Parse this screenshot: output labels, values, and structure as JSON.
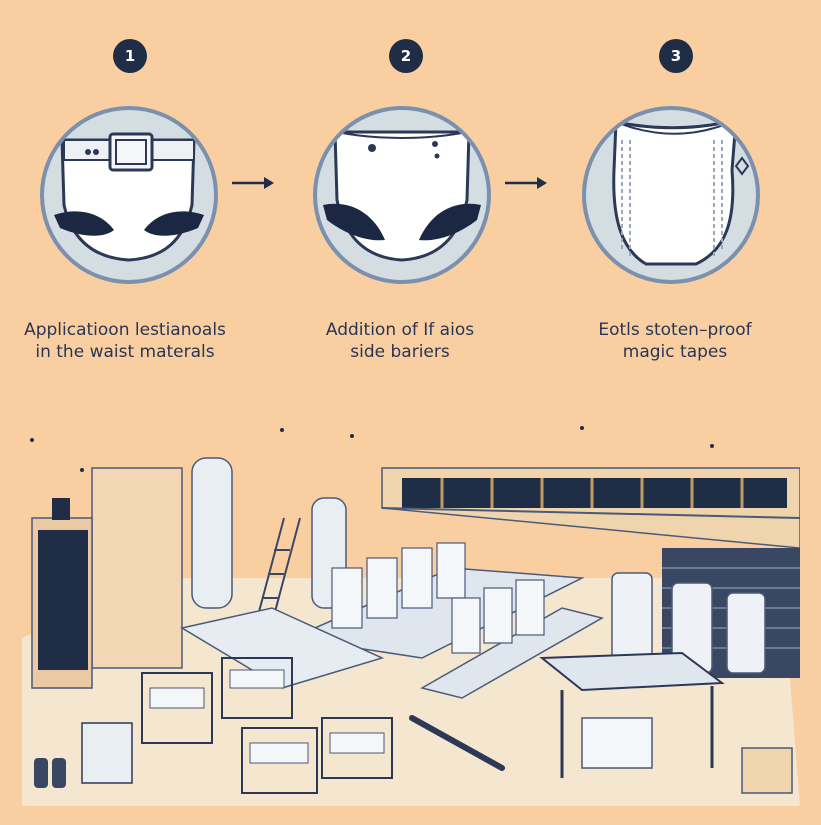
{
  "steps": [
    {
      "number": "1",
      "line1": "Applicatioon lestianoals",
      "line2": "in the waist materals"
    },
    {
      "number": "2",
      "line1": "Addition of If aios",
      "line2": "side bariers"
    },
    {
      "number": "3",
      "line1": "Eotls stoten–proof",
      "line2": "magic tapes"
    }
  ],
  "icons": {
    "step1": "diaper-with-waistband-icon",
    "step2": "diaper-brief-icon",
    "step3": "pull-up-diaper-icon",
    "arrow": "right-arrow-icon",
    "scene": "factory-production-line-illustration"
  },
  "colors": {
    "background": "#f9cfa2",
    "navy": "#1f2d47",
    "circle_fill": "#d3dde2",
    "circle_border": "#7a90ad"
  }
}
